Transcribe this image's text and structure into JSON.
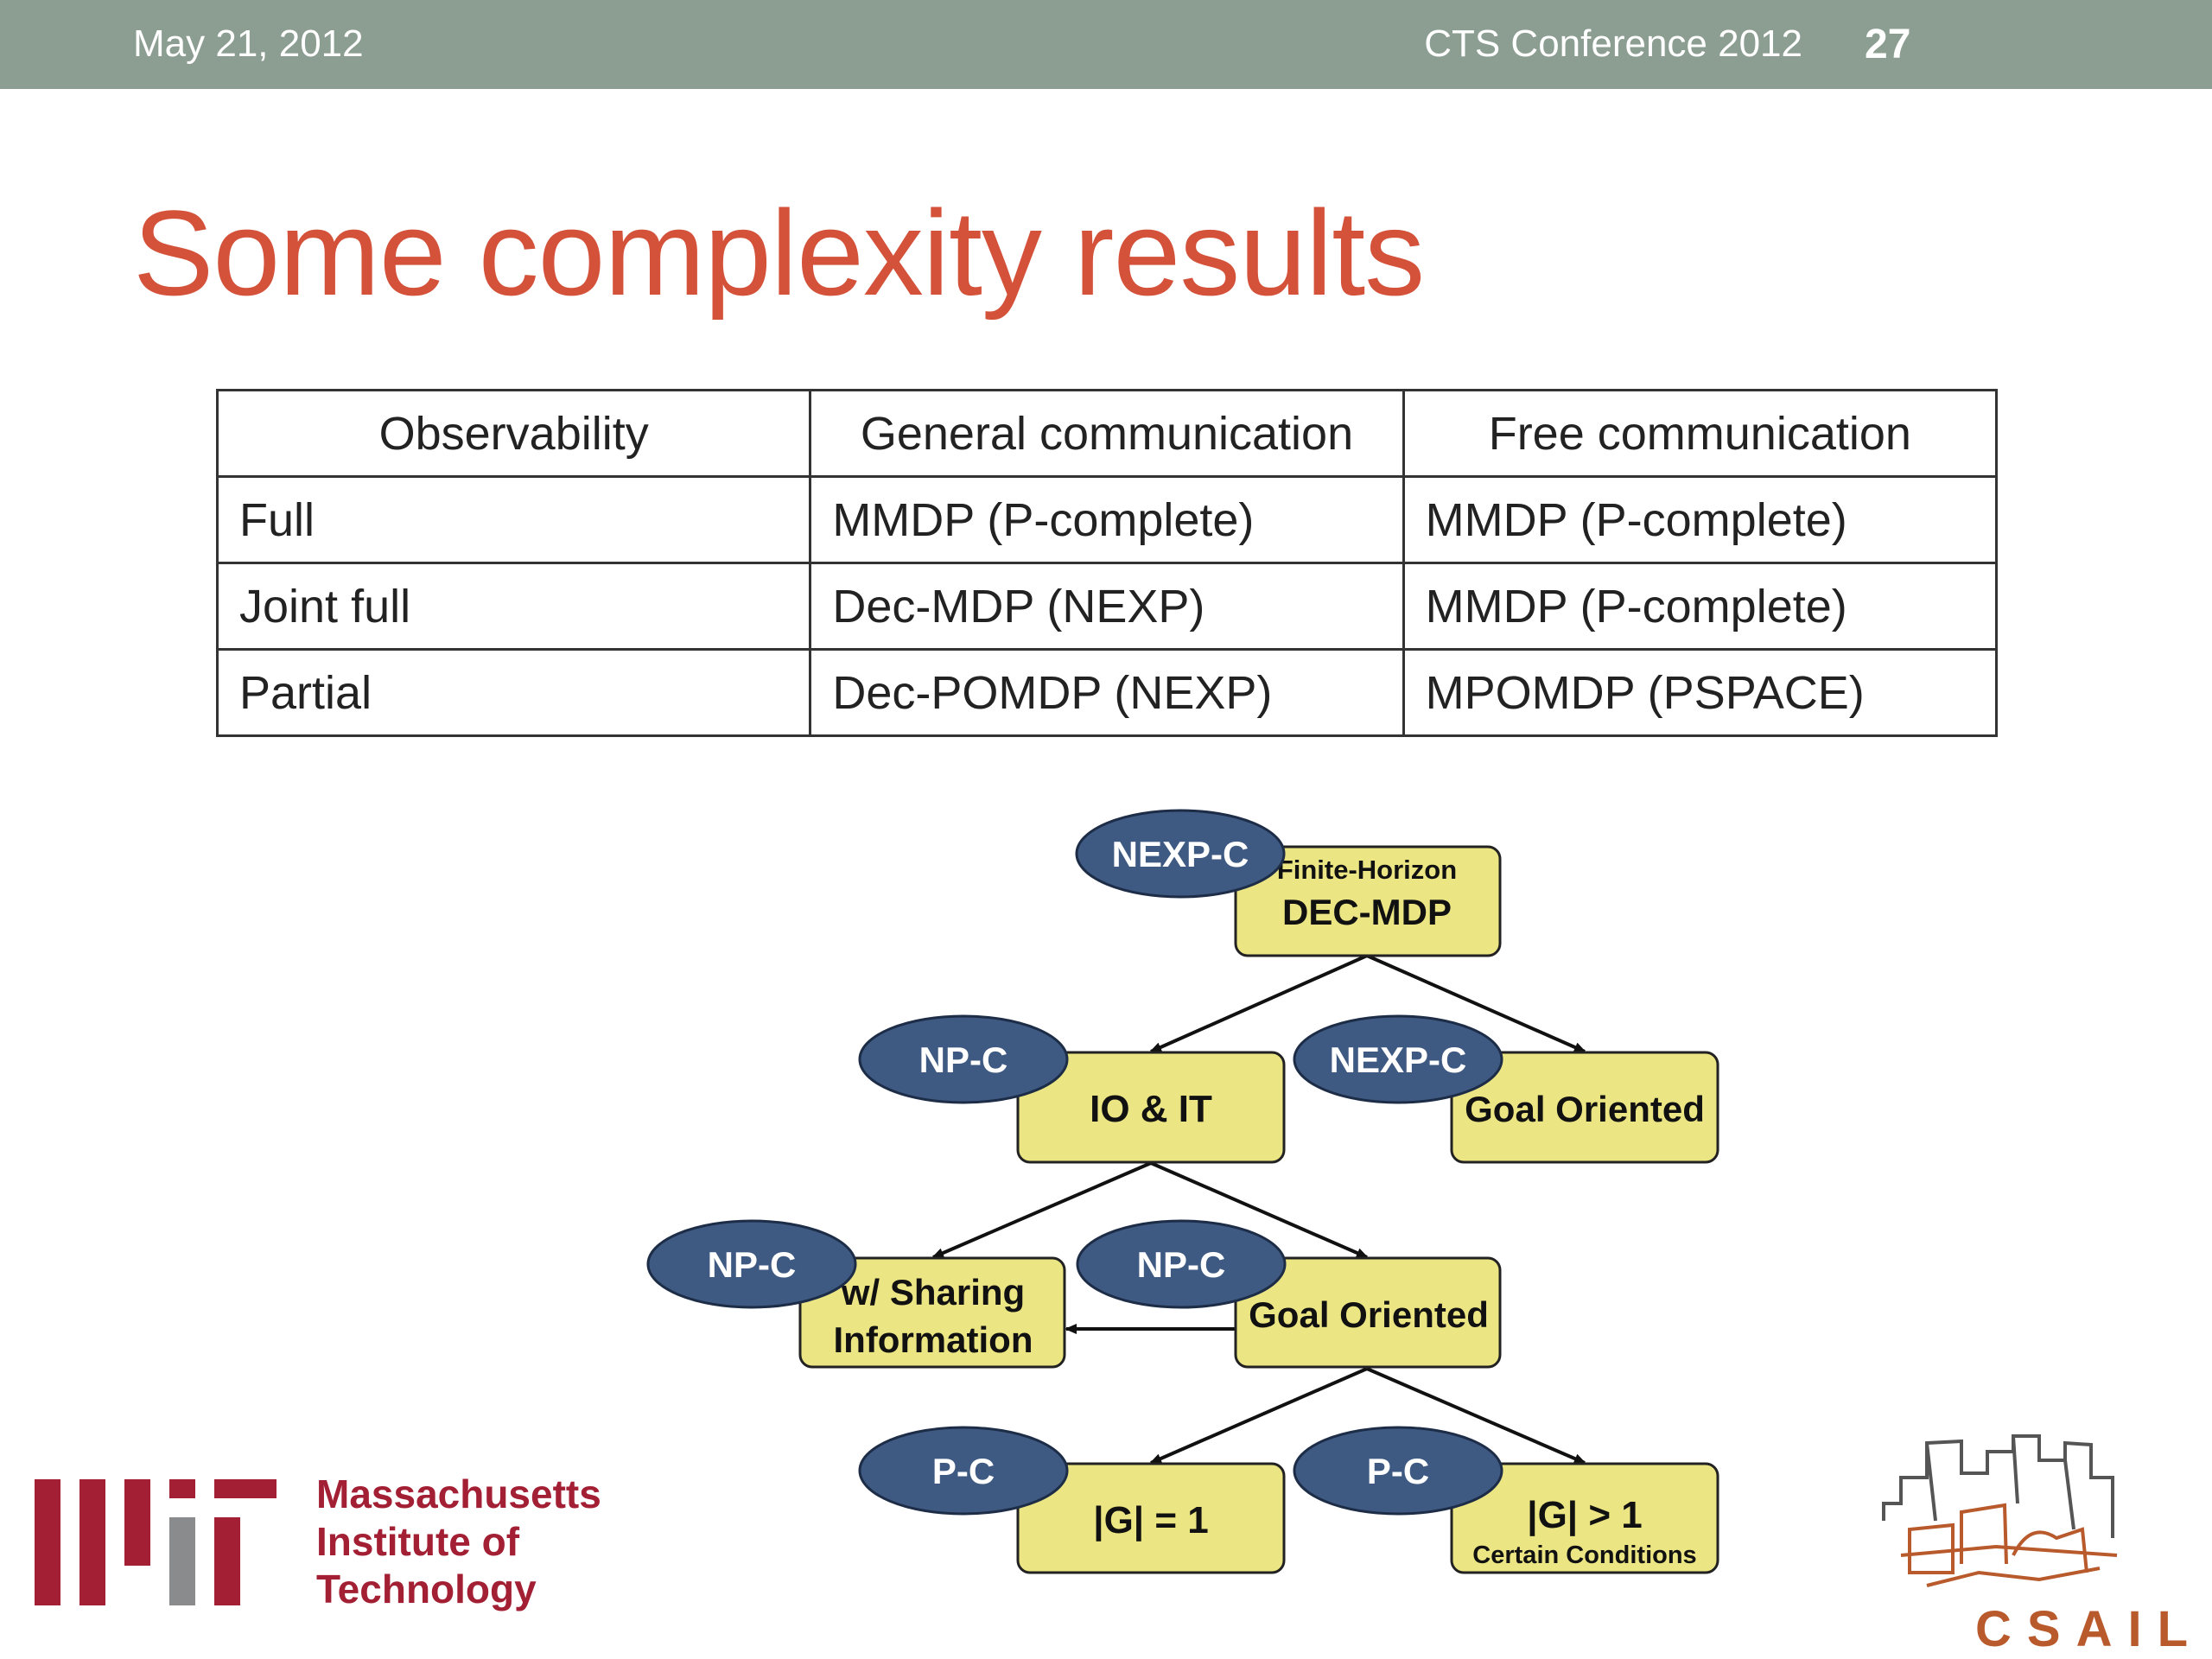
{
  "header": {
    "date": "May 21, 2012",
    "conference": "CTS Conference 2012",
    "page_number": "27"
  },
  "slide": {
    "title": "Some complexity results"
  },
  "table": {
    "headers": [
      "Observability",
      "General communication",
      "Free communication"
    ],
    "rows": [
      [
        "Full",
        "MMDP (P-complete)",
        "MMDP (P-complete)"
      ],
      [
        "Joint full",
        "Dec-MDP (NEXP)",
        "MMDP (P-complete)"
      ],
      [
        "Partial",
        "Dec-POMDP (NEXP)",
        "MPOMDP (PSPACE)"
      ]
    ]
  },
  "diagram": {
    "nodes": {
      "root": {
        "line1": "Finite-Horizon",
        "line2": "DEC-MDP",
        "complexity": "NEXP-C"
      },
      "io_it": {
        "label": "IO & IT",
        "complexity": "NP-C"
      },
      "goal1": {
        "label": "Goal Oriented",
        "complexity": "NEXP-C"
      },
      "sharing": {
        "line1": "w/ Sharing",
        "line2": "Information",
        "complexity": "NP-C"
      },
      "goal2": {
        "label": "Goal Oriented",
        "complexity": "NP-C"
      },
      "g1": {
        "label": "|G| = 1",
        "complexity": "P-C"
      },
      "g2": {
        "line1": "|G| > 1",
        "line2": "Certain Conditions",
        "complexity": "P-C"
      }
    },
    "colors": {
      "box_fill": "#ebe583",
      "ellipse_fill": "#3f5a82",
      "edge": "#111111"
    }
  },
  "logos": {
    "mit": {
      "line1": "Massachusetts",
      "line2": "Institute of",
      "line3": "Technology",
      "color": "#a31f34"
    },
    "csail": {
      "text": "CSAIL",
      "color": "#b85a2c"
    }
  }
}
